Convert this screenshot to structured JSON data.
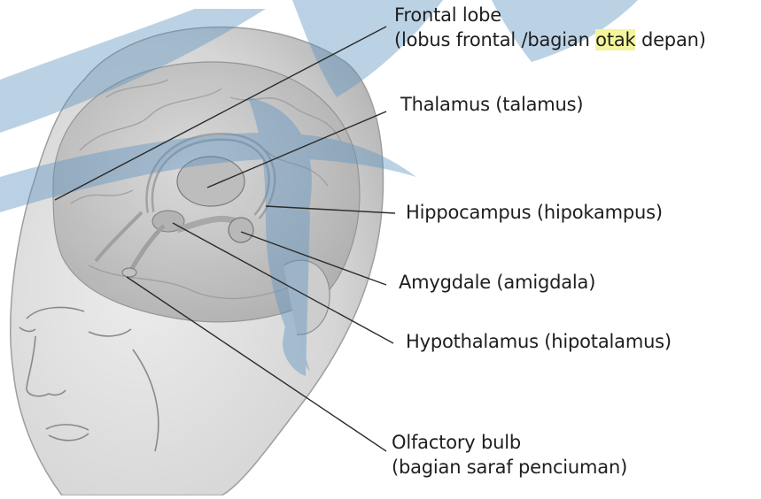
{
  "labels": {
    "frontal_lobe": {
      "title": "Frontal lobe",
      "subtitle_before": "(lobus frontal /bagian ",
      "subtitle_highlight": "otak",
      "subtitle_after": " depan)"
    },
    "thalamus": "Thalamus (talamus)",
    "hippocampus": "Hippocampus (hipokampus)",
    "amygdale": "Amygdale (amigdala)",
    "hypothalamus": "Hypothalamus (hipotalamus)",
    "olfactory_bulb": {
      "title": "Olfactory bulb",
      "subtitle": "(bagian saraf penciuman)"
    }
  },
  "colors": {
    "skin": "#dcdcdc",
    "skin_shadow": "#b9b9b9",
    "brain": "#cfcfcf",
    "watermark_blue": "#5d93c2",
    "leader_line": "#2b2b2b",
    "highlight": "#f3f59a"
  }
}
